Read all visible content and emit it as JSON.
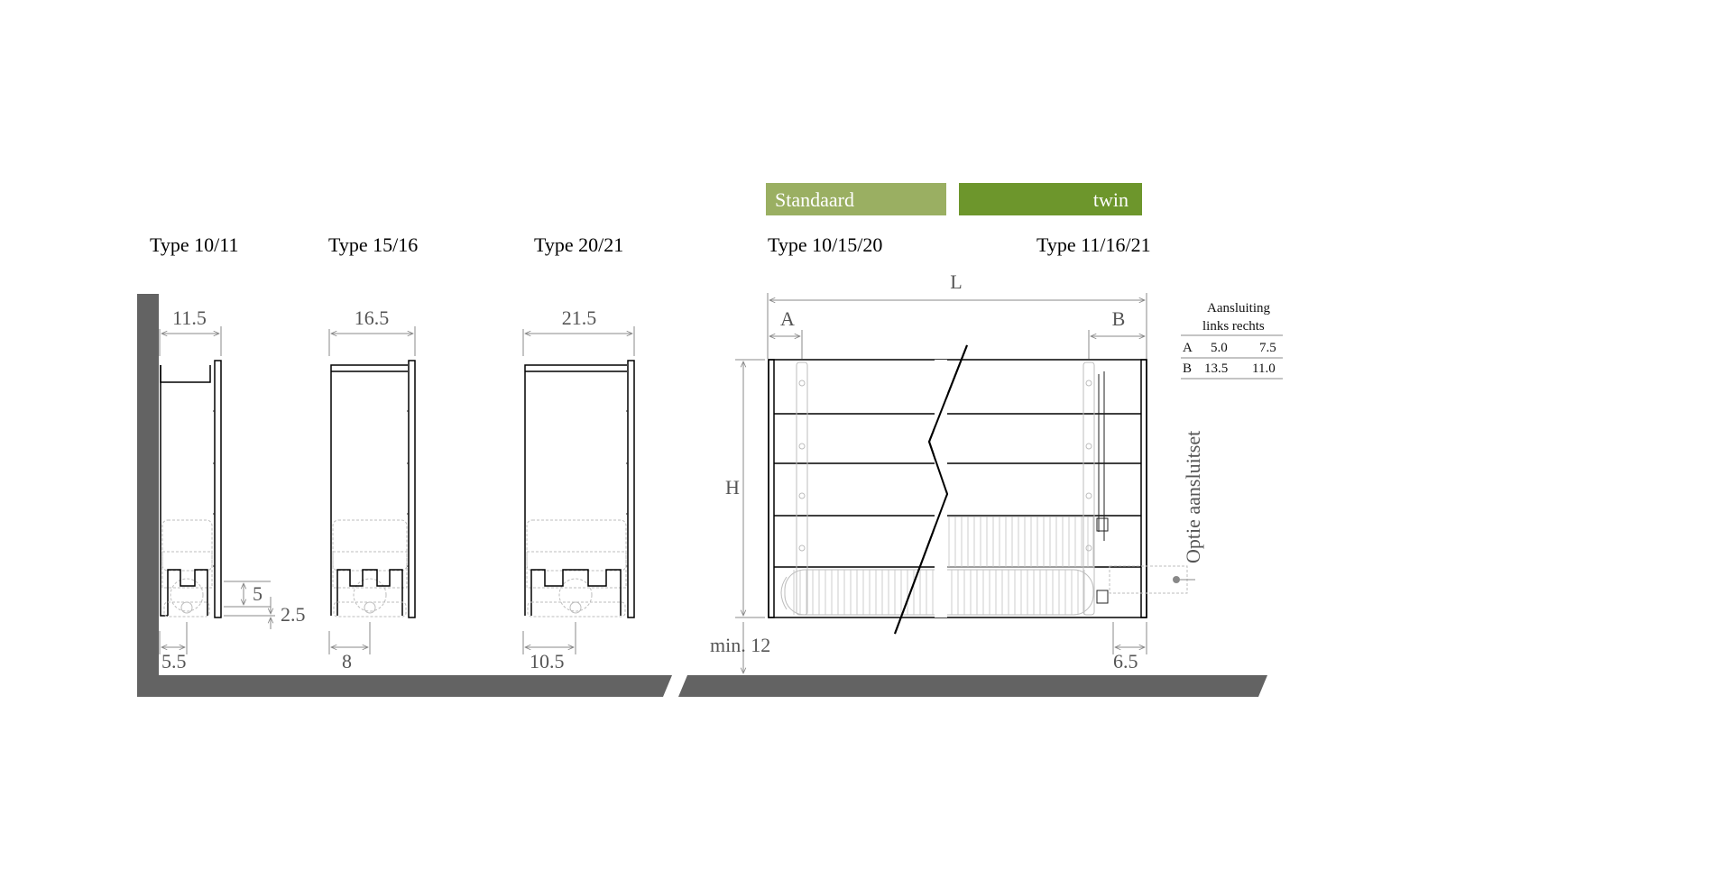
{
  "tags": {
    "standaard": "Standaard",
    "twin": "twin",
    "standaard_color": "#9aaf62",
    "twin_color": "#6d962c"
  },
  "types": {
    "t1011": "Type 10/11",
    "t1516": "Type 15/16",
    "t2021": "Type 20/21",
    "t101520": "Type 10/15/20",
    "t111621": "Type 11/16/21"
  },
  "dims": {
    "w1011": "11.5",
    "w1516": "16.5",
    "w2021": "21.5",
    "gap1011": "5.5",
    "gap1516": "8",
    "gap2021": "10.5",
    "conn_height": "5",
    "conn_offset": "2.5",
    "L": "L",
    "H": "H",
    "A": "A",
    "B": "B",
    "min_floor": "min. 12",
    "side_offset": "6.5"
  },
  "table": {
    "heading_line1": "Aansluiting",
    "heading_line2": "links rechts",
    "rows": [
      {
        "label": "A",
        "links": "5.0",
        "rechts": "7.5"
      },
      {
        "label": "B",
        "links": "13.5",
        "rechts": "11.0"
      }
    ]
  },
  "option_label": "Optie aansluitset",
  "colors": {
    "wall": "#636363",
    "dimension_text": "#555555"
  }
}
